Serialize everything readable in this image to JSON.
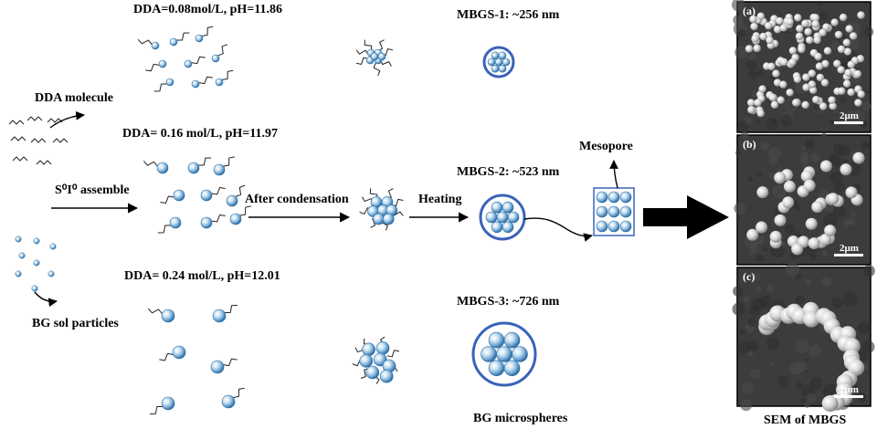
{
  "labels": {
    "dda_molecule": "DDA molecule",
    "assemble": "S⁰I⁰ assemble",
    "bg_sol": "BG sol particles",
    "cond1": "DDA=0.08mol/L, pH=11.86",
    "cond2": "DDA= 0.16 mol/L, pH=11.97",
    "cond3": "DDA= 0.24 mol/L, pH=12.01",
    "after_condensation": "After condensation",
    "heating": "Heating",
    "mbgs1": "MBGS-1: ~256 nm",
    "mbgs2": "MBGS-2: ~523 nm",
    "mbgs3": "MBGS-3: ~726 nm",
    "mesopore": "Mesopore",
    "bg_microspheres": "BG microspheres",
    "sem_title": "SEM of MBGS"
  },
  "sem_panels": [
    {
      "label": "(a)",
      "scale": "2μm"
    },
    {
      "label": "(b)",
      "scale": "2μm"
    },
    {
      "label": "(c)",
      "scale": "2μm"
    }
  ],
  "colors": {
    "bead_light": "#d9ecf7",
    "bead_mid": "#7fb3d9",
    "bead_dark": "#2f6ea3",
    "ring_blue": "#3a63b8",
    "sem_bg": "#3c3c3c"
  },
  "icons": [
    "arrow-icon",
    "surfactant-icon",
    "bead-icon",
    "microsphere-icon",
    "mesopore-block-icon"
  ]
}
